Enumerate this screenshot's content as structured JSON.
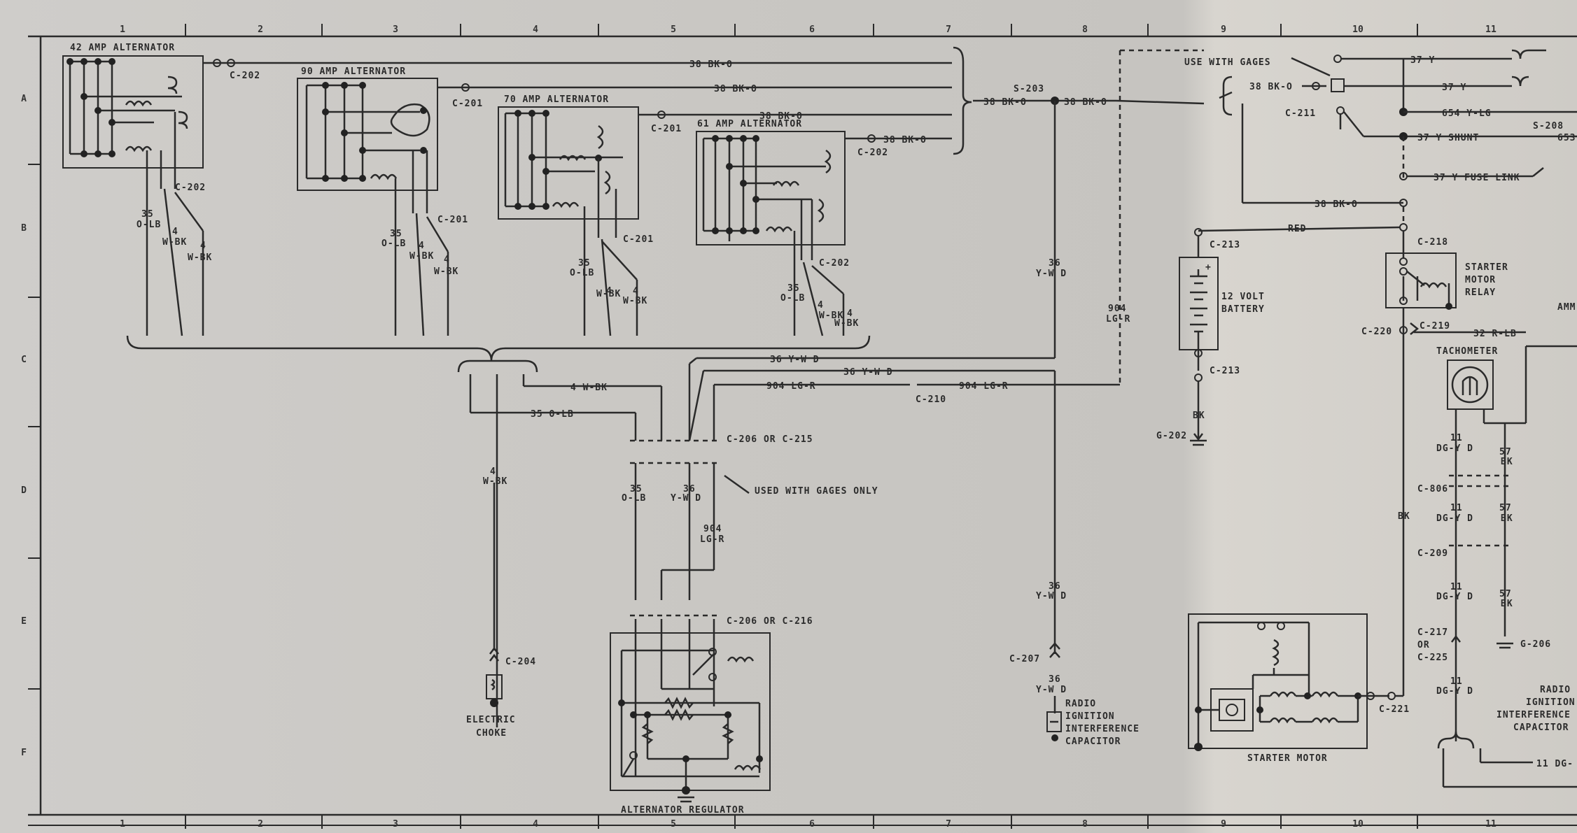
{
  "grid": {
    "columns": [
      "1",
      "2",
      "3",
      "4",
      "5",
      "6",
      "7",
      "8",
      "9",
      "10",
      "11"
    ],
    "rows": [
      "A",
      "B",
      "C",
      "D",
      "E",
      "F"
    ]
  },
  "components": {
    "alt42": "42 AMP  ALTERNATOR",
    "alt90": "90 AMP ALTERNATOR",
    "alt70": "70 AMP  ALTERNATOR",
    "alt61": "61 AMP ALTERNATOR",
    "regulator": "ALTERNATOR REGULATOR",
    "choke": [
      "ELECTRIC",
      "CHOKE"
    ],
    "radio_cap_left": [
      "RADIO",
      "IGNITION",
      "INTERFERENCE",
      "CAPACITOR"
    ],
    "radio_cap_right": [
      "RADIO",
      "IGNITION",
      "INTERFERENCE",
      "CAPACITOR"
    ],
    "battery": [
      "12 VOLT",
      "BATTERY"
    ],
    "starter_motor": "STARTER MOTOR",
    "starter_relay": [
      "STARTER",
      "MOTOR",
      "RELAY"
    ],
    "tachometer": "TACHOMETER",
    "use_with_gages": "USE WITH GAGES",
    "used_with_gages_only": "USED WITH GAGES ONLY",
    "amm": "AMM"
  },
  "connectors": {
    "c202": "C-202",
    "c201": "C-201",
    "s203": "S-203",
    "c211": "C-211",
    "s208": "S-208",
    "c213": "C-213",
    "c218": "C-218",
    "c220": "C-220",
    "c219": "C-219",
    "c210": "C-210",
    "c206_215": "C-206 OR C-215",
    "c206_216": "C-206 OR C-216",
    "c204": "C-204",
    "c207": "C-207",
    "g202": "G-202",
    "c806": "C-806",
    "c209": "C-209",
    "c217": "C-217",
    "or": "OR",
    "c225": "C-225",
    "c221": "C-221",
    "g206": "G-206"
  },
  "wires": {
    "w38bko": "38 BK-O",
    "w36ywd": "36 Y-W D",
    "w904lgr": "904 LG-R",
    "w4wbk": "4 W-BK",
    "w35olb": "35 O-LB",
    "w37y": "37 Y",
    "w654ylg": "654 Y-LG",
    "w37yshunt": "37 Y SHUNT",
    "w37yfuse": "37 Y FUSE LINK",
    "red": "RED",
    "w32rlb": "32 R-LB",
    "bk": "BK",
    "n35": "35",
    "olb": "O-LB",
    "n4": "4",
    "wbk": "W-BK",
    "n36": "36",
    "ywd": "Y-W D",
    "n904": "904",
    "lgr": "LG-R",
    "n11": "11",
    "dgyd": "DG-Y D",
    "n57": "57",
    "w11dg": "11 DG-",
    "s653": "653"
  }
}
